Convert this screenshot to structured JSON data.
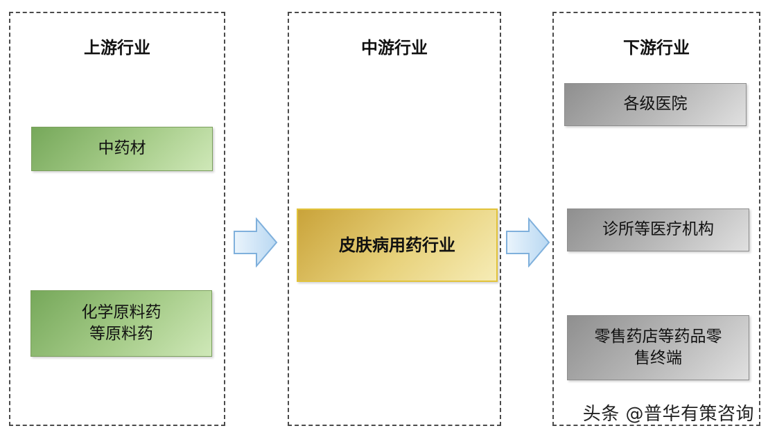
{
  "panels": {
    "upstream": {
      "title": "上游行业",
      "items": [
        "中药材",
        "化学原料药\n等原料药"
      ]
    },
    "midstream": {
      "title": "中游行业",
      "items": [
        "皮肤病用药行业"
      ]
    },
    "downstream": {
      "title": "下游行业",
      "items": [
        "各级医院",
        "诊所等医疗机构",
        "零售药店等药品零\n售终端"
      ]
    }
  },
  "watermark": "头条 @普华有策咨询"
}
